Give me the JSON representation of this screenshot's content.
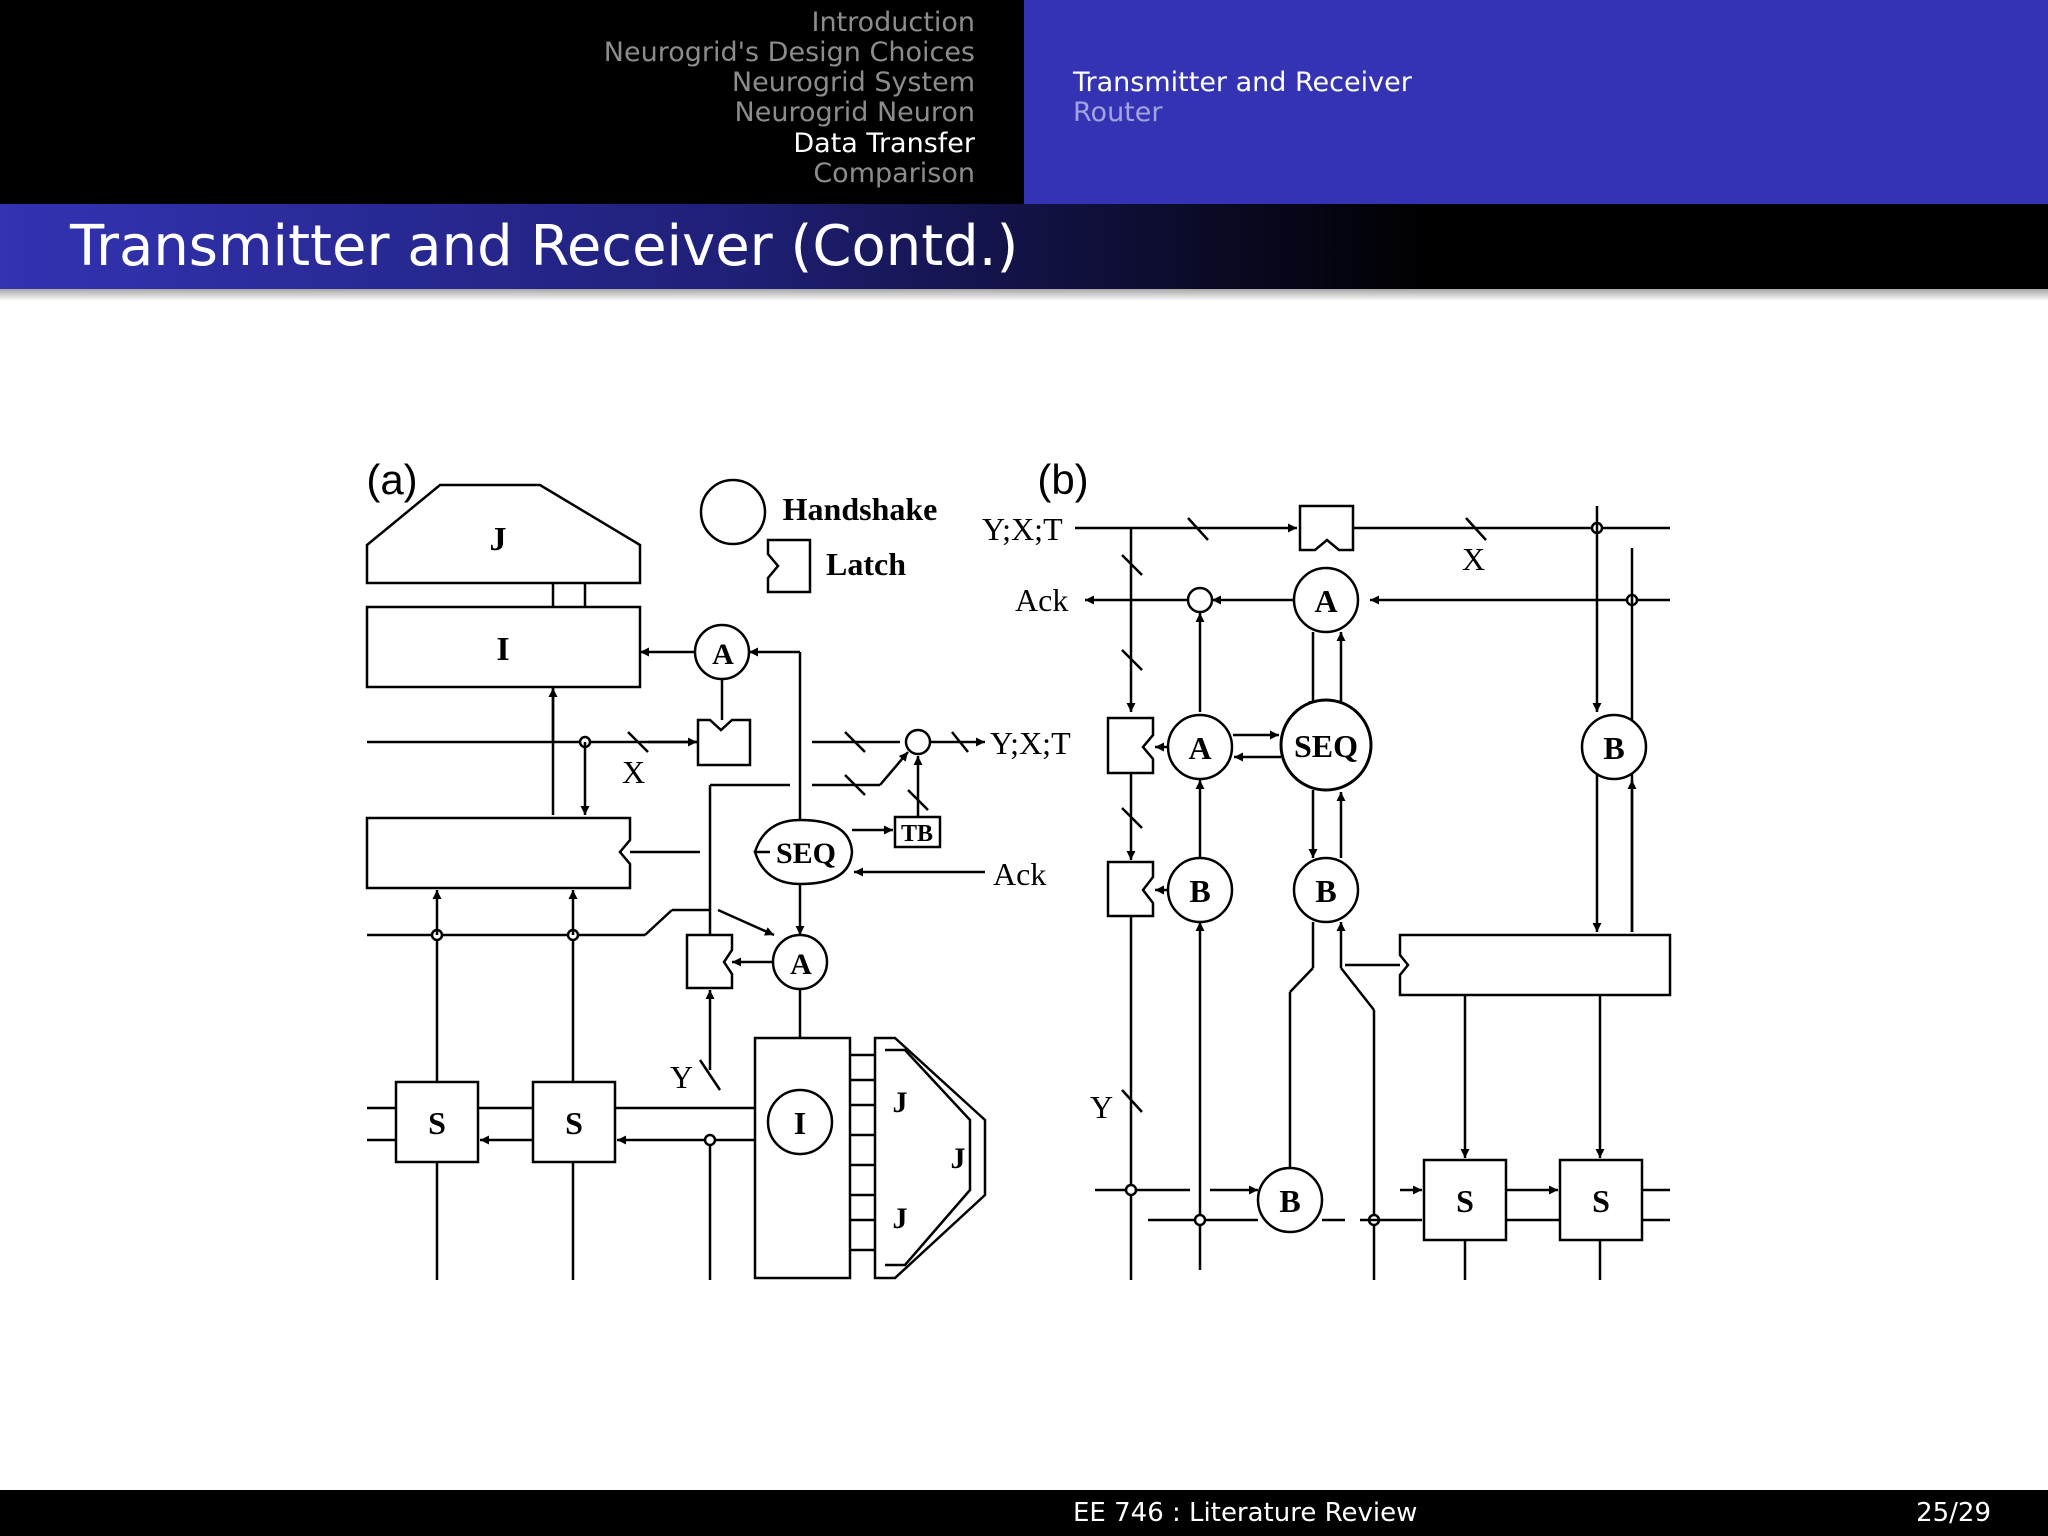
{
  "nav": {
    "sections": [
      "Introduction",
      "Neurogrid's Design Choices",
      "Neurogrid System",
      "Neurogrid Neuron",
      "Data Transfer",
      "Comparison"
    ],
    "active_section": "Data Transfer",
    "subsections": [
      "Transmitter and Receiver",
      "Router"
    ],
    "active_subsection": "Transmitter and Receiver"
  },
  "frame": {
    "title": "Transmitter and Receiver (Contd.)"
  },
  "figure": {
    "panel_a_label": "(a)",
    "panel_b_label": "(b)",
    "legend_handshake": "Handshake",
    "legend_latch": "Latch",
    "a": {
      "J": "J",
      "I": "I",
      "A": "A",
      "SEQ": "SEQ",
      "TB": "TB",
      "S": "S",
      "X": "X",
      "Y": "Y",
      "YXT": "Y;X;T",
      "Ack": "Ack"
    },
    "b": {
      "YXT": "Y;X;T",
      "Ack": "Ack",
      "X": "X",
      "Y": "Y",
      "A": "A",
      "SEQ": "SEQ",
      "B": "B",
      "S": "S"
    }
  },
  "footer": {
    "title": "EE 746 : Literature Review",
    "page": "25/29"
  },
  "colors": {
    "header_blue": "#3333b3",
    "black": "#000000"
  }
}
